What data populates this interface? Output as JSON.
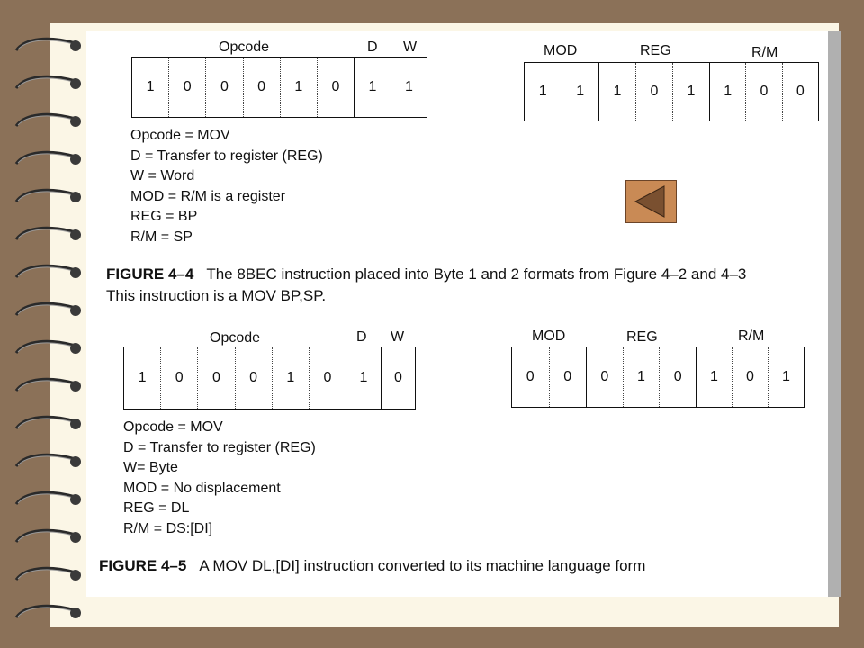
{
  "figure_4_4": {
    "labels": {
      "opcode": "Opcode",
      "d": "D",
      "w": "W",
      "mod": "MOD",
      "reg": "REG",
      "rm": "R/M"
    },
    "byte1": {
      "opcode_bits": [
        "1",
        "0",
        "0",
        "0",
        "1",
        "0"
      ],
      "d_bit": "1",
      "w_bit": "1"
    },
    "byte2": {
      "mod_bits": [
        "1",
        "1"
      ],
      "reg_bits": [
        "1",
        "0",
        "1"
      ],
      "rm_bits": [
        "1",
        "0",
        "0"
      ]
    },
    "definitions": [
      "Opcode = MOV",
      "D = Transfer to register (REG)",
      "W = Word",
      "MOD = R/M is a register",
      "REG = BP",
      "R/M = SP"
    ],
    "caption_label": "FIGURE 4–4",
    "caption_text_line1": "The 8BEC instruction placed into Byte 1 and 2 formats from Figure 4–2 and 4–3",
    "caption_text_line2": "This instruction is a MOV BP,SP."
  },
  "figure_4_5": {
    "labels": {
      "opcode": "Opcode",
      "d": "D",
      "w": "W",
      "mod": "MOD",
      "reg": "REG",
      "rm": "R/M"
    },
    "byte1": {
      "opcode_bits": [
        "1",
        "0",
        "0",
        "0",
        "1",
        "0"
      ],
      "d_bit": "1",
      "w_bit": "0"
    },
    "byte2": {
      "mod_bits": [
        "0",
        "0"
      ],
      "reg_bits": [
        "0",
        "1",
        "0"
      ],
      "rm_bits": [
        "1",
        "0",
        "1"
      ]
    },
    "definitions": [
      "Opcode = MOV",
      "D = Transfer to register (REG)",
      "W= Byte",
      "MOD = No displacement",
      "REG = DL",
      "R/M = DS:[DI]"
    ],
    "caption_label": "FIGURE 4–5",
    "caption_text": "A MOV DL,[DI] instruction converted to its machine language form"
  },
  "nav": {
    "back_icon": "back-triangle-icon",
    "button_color": "#c98a55"
  }
}
